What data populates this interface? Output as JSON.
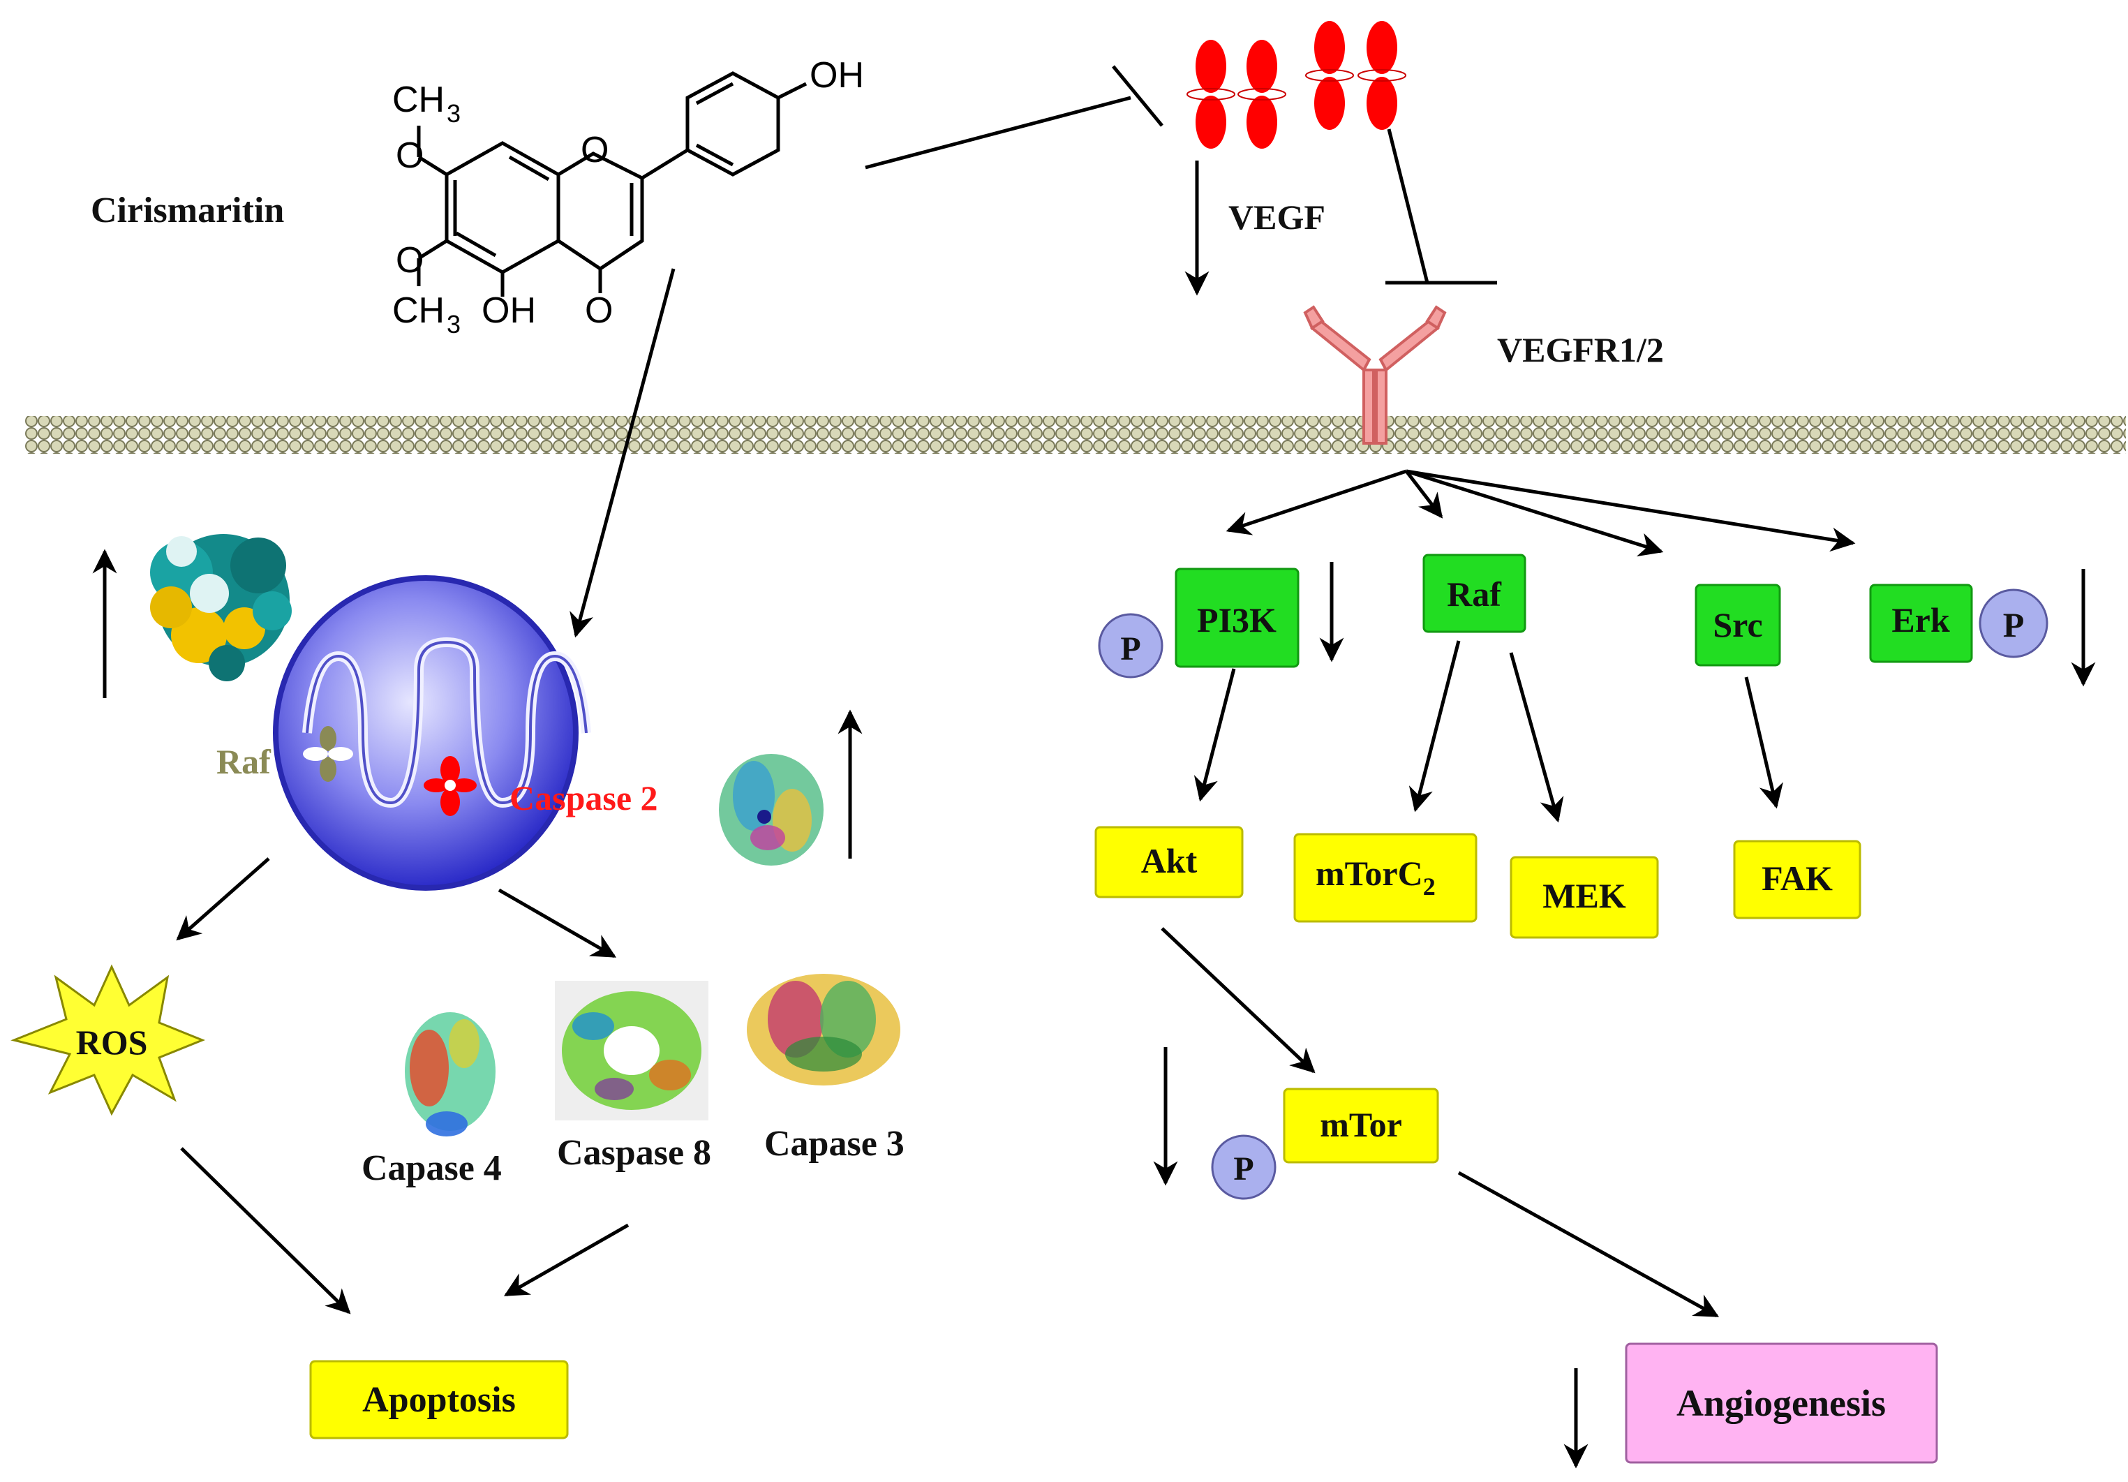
{
  "compound": {
    "name": "Cirismaritin",
    "groups": {
      "ch3_top": "CH",
      "ch3_top_sub": "3",
      "o_a": "O",
      "o_b": "O",
      "ch3_bot": "CH",
      "ch3_bot_sub": "3",
      "oh_bottom": "OH",
      "o_keto": "O",
      "o_ring": "O",
      "oh_top": "OH"
    }
  },
  "ligands": {
    "vegf": "VEGF",
    "receptor": "VEGFR1/2"
  },
  "kinases": {
    "pi3k": "PI3K",
    "raf": "Raf",
    "src": "Src",
    "erk": "Erk",
    "p": "P"
  },
  "effectors": {
    "akt": "Akt",
    "mtorc2": "mTorC",
    "mtorc2_sub": "2",
    "mek": "MEK",
    "fak": "FAK",
    "mtor": "mTor"
  },
  "outcomes": {
    "apoptosis": "Apoptosis",
    "angiogenesis": "Angiogenesis",
    "ros": "ROS"
  },
  "mito_labels": {
    "raf": "Raf",
    "caspase2": "Caspase 2"
  },
  "caspases": {
    "c4": "Capase 4",
    "c8": "Caspase 8",
    "c3": "Capase 3"
  },
  "colors": {
    "green_box": "#22dd22",
    "yellow_box": "#ffff00",
    "pink_box": "#ffb3f2",
    "phospho": "#aab0ee",
    "mito": "#3b3bd9",
    "vegf": "#ff0000",
    "receptor": "#f4a0a0",
    "membrane": "#c8c8a8",
    "ros": "#ffff33"
  }
}
